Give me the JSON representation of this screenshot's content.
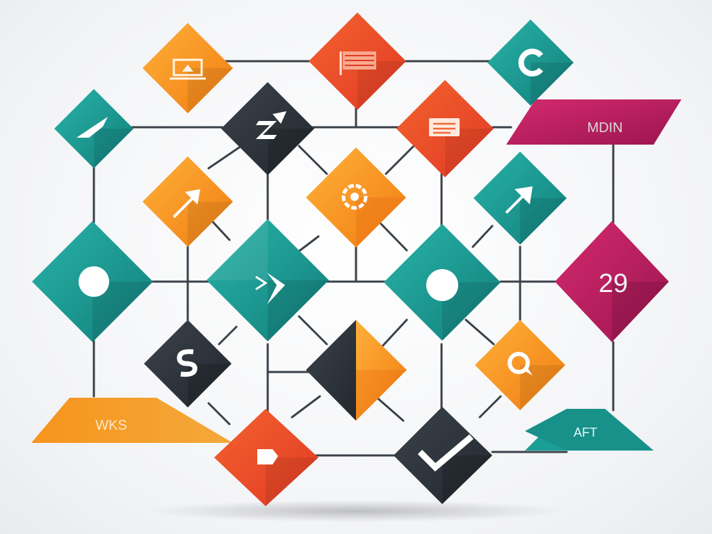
{
  "colors": {
    "orange": "#f7941d",
    "red_orange": "#ee4e2c",
    "teal": "#1a9e96",
    "dark": "#2f353d",
    "magenta": "#b0195e",
    "line": "#3a4149"
  },
  "banners": {
    "main": "MDIN",
    "left": "WKS",
    "right": "AFT"
  },
  "nodes": [
    {
      "id": "node-laptop",
      "color": "orange",
      "icon": "laptop-icon"
    },
    {
      "id": "node-flag",
      "color": "red_orange",
      "icon": "flag-icon"
    },
    {
      "id": "node-c",
      "color": "teal",
      "icon": "c-ring-icon"
    },
    {
      "id": "node-arrow-teal",
      "color": "teal",
      "icon": "arrow-icon"
    },
    {
      "id": "node-dark-top",
      "color": "dark",
      "icon": "z-arrow-icon"
    },
    {
      "id": "node-list",
      "color": "red_orange",
      "icon": "list-icon"
    },
    {
      "id": "node-arrow-orange",
      "color": "orange",
      "icon": "arrow-up-right-icon"
    },
    {
      "id": "node-gear",
      "color": "orange",
      "icon": "gear-icon"
    },
    {
      "id": "node-arrow-teal-right",
      "color": "teal",
      "icon": "arrow-up-right-icon"
    },
    {
      "id": "node-circle-left",
      "color": "teal",
      "icon": "circle-icon"
    },
    {
      "id": "node-chevron",
      "color": "teal",
      "icon": "chevron-icon"
    },
    {
      "id": "node-circle-right",
      "color": "teal",
      "icon": "circle-icon"
    },
    {
      "id": "node-number",
      "color": "magenta",
      "icon": "",
      "text": "29"
    },
    {
      "id": "node-dollar",
      "color": "dark",
      "icon": "dollar-icon"
    },
    {
      "id": "node-split",
      "color": "dark_orange_split",
      "icon": ""
    },
    {
      "id": "node-chat",
      "color": "orange",
      "icon": "chat-icon"
    },
    {
      "id": "node-tag",
      "color": "red_orange",
      "icon": "tag-icon"
    },
    {
      "id": "node-check",
      "color": "dark",
      "icon": "check-icon"
    }
  ]
}
